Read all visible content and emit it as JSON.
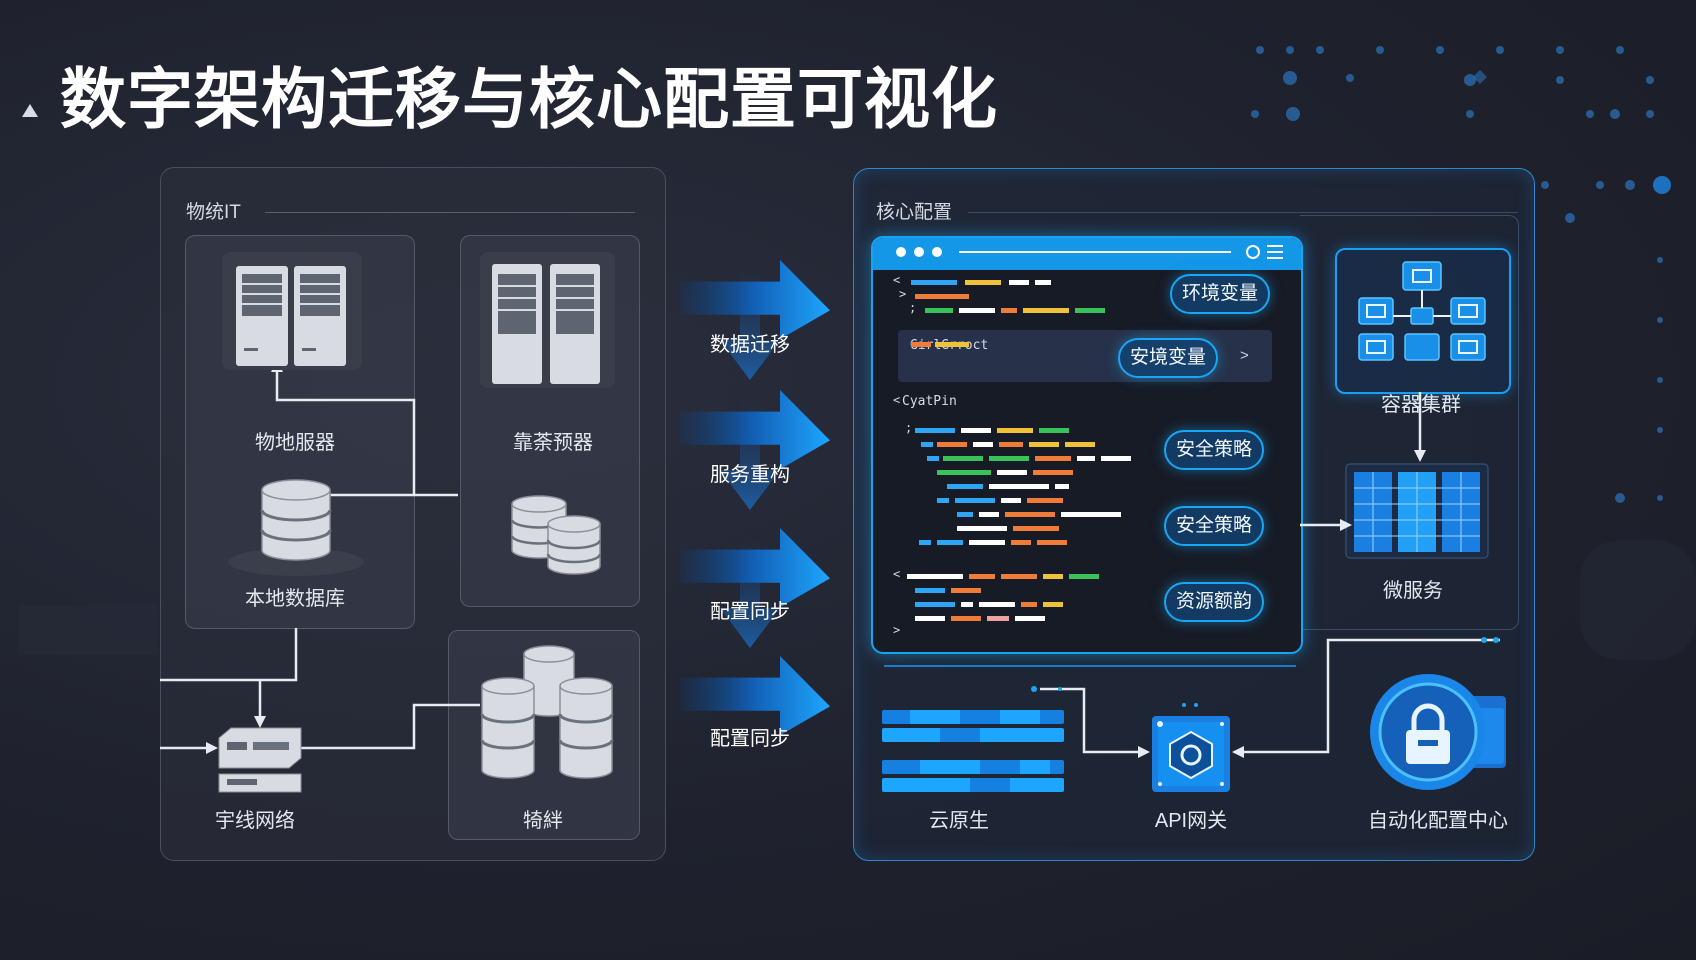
{
  "title": "数字架构迁移与核心配置可视化",
  "left_panel": {
    "title": "物统IT",
    "items": {
      "server_a": "物地服器",
      "server_b": "靠荼预器",
      "database": "本地数据库",
      "network": "宇线网络",
      "storage": "犄絆"
    }
  },
  "arrows": [
    "数据迁移",
    "服务重构",
    "配置同步",
    "配置同步"
  ],
  "right_panel": {
    "title": "核心配置",
    "code_window": {
      "highlight_label": "GirlGrroct",
      "code_label": "CyatPin"
    },
    "config_pills": [
      "环境变量",
      "安境变量",
      "安全策略",
      "安全策略",
      "资源额韵"
    ],
    "components": {
      "container_cluster": "容器集群",
      "microservices": "微服务",
      "cloud_native": "云原生",
      "api_gateway": "API网关",
      "auto_config": "自动化配置中心"
    }
  },
  "colors": {
    "accent": "#1aa6f2",
    "background": "#1f222e",
    "panel_border": "#4a4f5e"
  }
}
